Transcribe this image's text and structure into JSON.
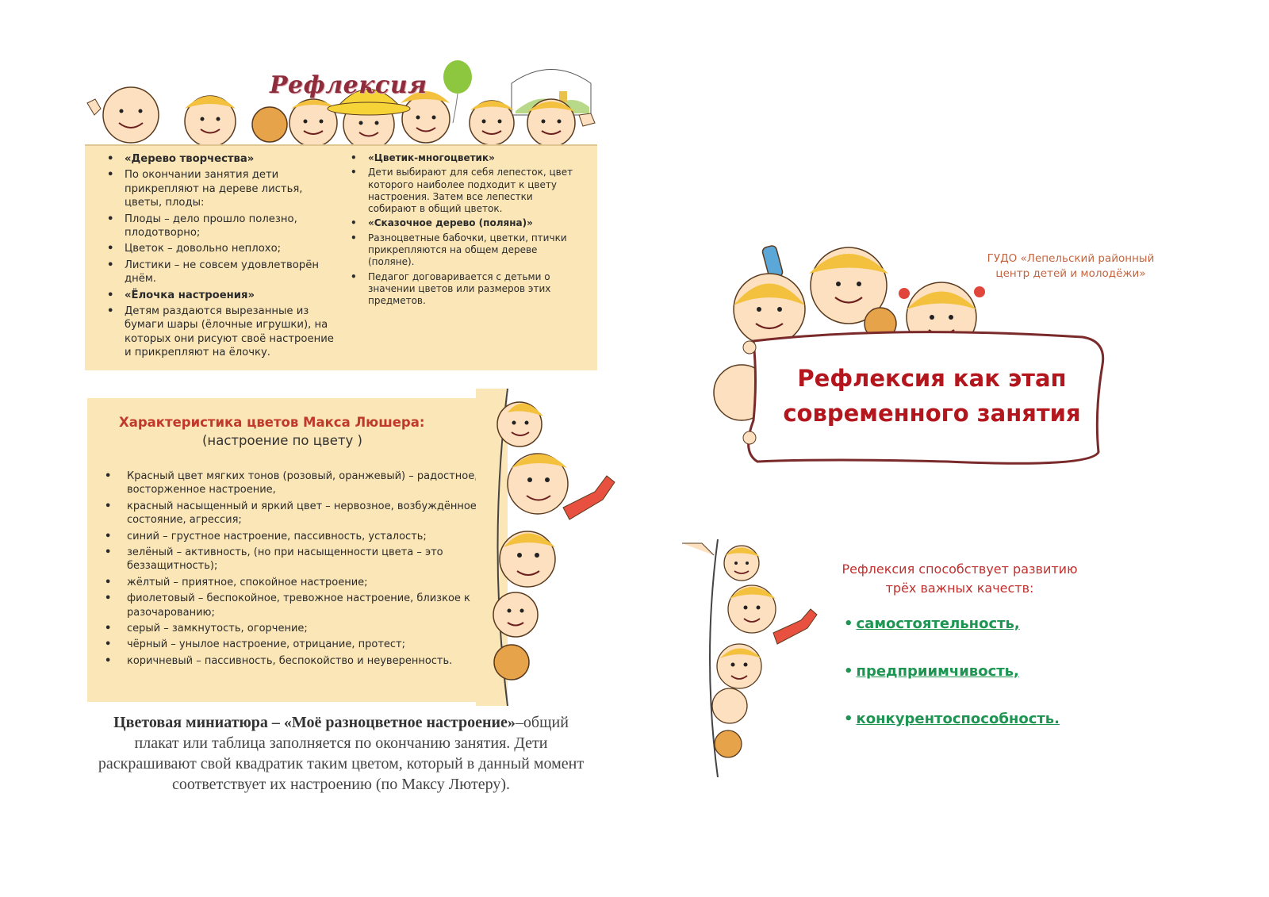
{
  "reflection_panel": {
    "title": "Рефлексия",
    "left_column": [
      {
        "text": "«Дерево творчества»",
        "heading": true
      },
      {
        "text": "По окончании занятия дети прикрепляют на дереве листья, цветы, плоды:",
        "heading": false
      },
      {
        "text": "Плоды – дело прошло  полезно, плодотворно;",
        "heading": false
      },
      {
        "text": "Цветок – довольно неплохо;",
        "heading": false
      },
      {
        "text": "Листики – не совсем удовлетворён днём.",
        "heading": false
      },
      {
        "text": "«Ёлочка настроения»",
        "heading": true
      },
      {
        "text": "Детям раздаются вырезанные из бумаги шары (ёлочные игрушки), на которых они рисуют своё настроение и прикрепляют на ёлочку.",
        "heading": false
      }
    ],
    "right_column": [
      {
        "text": "«Цветик-многоцветик»",
        "heading": true
      },
      {
        "text": "Дети выбирают для себя лепесток, цвет которого наиболее подходит к цвету настроения. Затем все лепестки собирают в общий цветок.",
        "heading": false
      },
      {
        "text": "«Сказочное дерево  (поляна)»",
        "heading": true
      },
      {
        "text": "Разноцветные бабочки, цветки, птички прикрепляются на общем дереве (поляне).",
        "heading": false
      },
      {
        "text": "Педагог договаривается с детьми  о значении цветов или размеров этих предметов.",
        "heading": false
      }
    ]
  },
  "luscher_panel": {
    "title": "Характеристика цветов Макса Люшера:",
    "subtitle": "(настроение по цвету )",
    "items": [
      "Красный цвет мягких тонов (розовый, оранжевый) – радостное, восторженное настроение,",
      "красный насыщенный и яркий цвет – нервозное, возбуждённое состояние, агрессия;",
      "синий – грустное настроение, пассивность, усталость;",
      "зелёный – активность, (но при насыщенности цвета – это беззащитность);",
      "жёлтый – приятное, спокойное настроение;",
      "фиолетовый – беспокойное, тревожное настроение, близкое к разочарованию;",
      "серый – замкнутость, огорчение;",
      "чёрный – унылое настроение, отрицание, протест;",
      "коричневый – пассивность, беспокойство и неуверенность."
    ]
  },
  "caption": {
    "bold": "Цветовая миниатюра – «Моё разноцветное настроение»",
    "rest": "–общий плакат или таблица заполняется по окончанию занятия. Дети раскрашивают свой квадратик таким цветом, который в данный момент соответствует их настроению (по Максу Лютеру)."
  },
  "cover": {
    "org_line1": "ГУДО «Лепельский  районный",
    "org_line2": "центр детей и молодёжи»",
    "title_line1": "Рефлексия как этап",
    "title_line2": "современного занятия"
  },
  "qualities": {
    "intro_line1": "Рефлексия способствует развитию",
    "intro_line2": "трёх   важных качеств:",
    "items": [
      "самостоятельность,",
      "предприимчивость,",
      "конкурентоспособность."
    ]
  },
  "colors": {
    "panel_bg": "#fbe6b7",
    "title_red": "#b3161d",
    "quality_green": "#1e9552",
    "org_orange": "#c2653f"
  }
}
